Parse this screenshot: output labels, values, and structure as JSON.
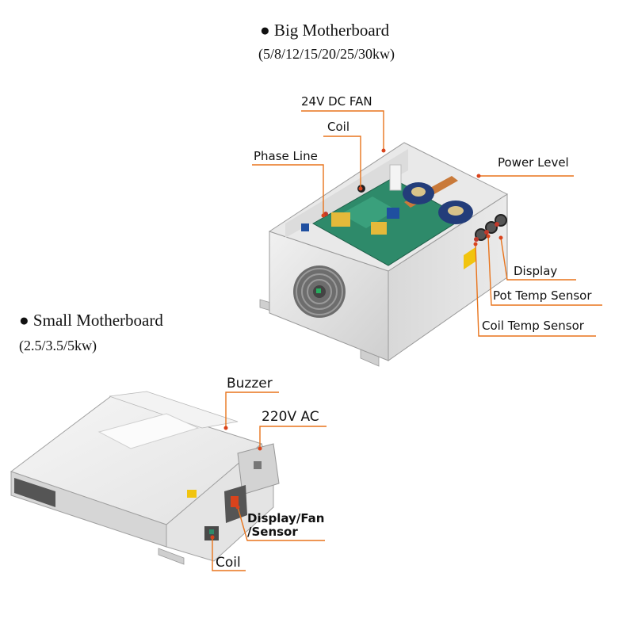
{
  "colors": {
    "leader_line": "#e8741c",
    "marker": "#d9431c",
    "panel_light": "#efefef",
    "panel_mid": "#d9d9d9",
    "panel_dark": "#bdbdbd"
  },
  "big": {
    "heading": "● Big Motherboard",
    "range": "(5/8/12/15/20/25/30kw)",
    "labels": {
      "fan": "24V DC FAN",
      "coil": "Coil",
      "phase_line": "Phase Line",
      "power_level": "Power Level",
      "display": "Display",
      "pot_temp": "Pot Temp Sensor",
      "coil_temp": "Coil Temp Sensor"
    }
  },
  "small": {
    "heading": "● Small Motherboard",
    "range": "(2.5/3.5/5kw)",
    "labels": {
      "buzzer": "Buzzer",
      "ac": "220V AC",
      "display_fan_1": "Display/Fan",
      "display_fan_2": "/Sensor",
      "coil": "Coil"
    }
  }
}
